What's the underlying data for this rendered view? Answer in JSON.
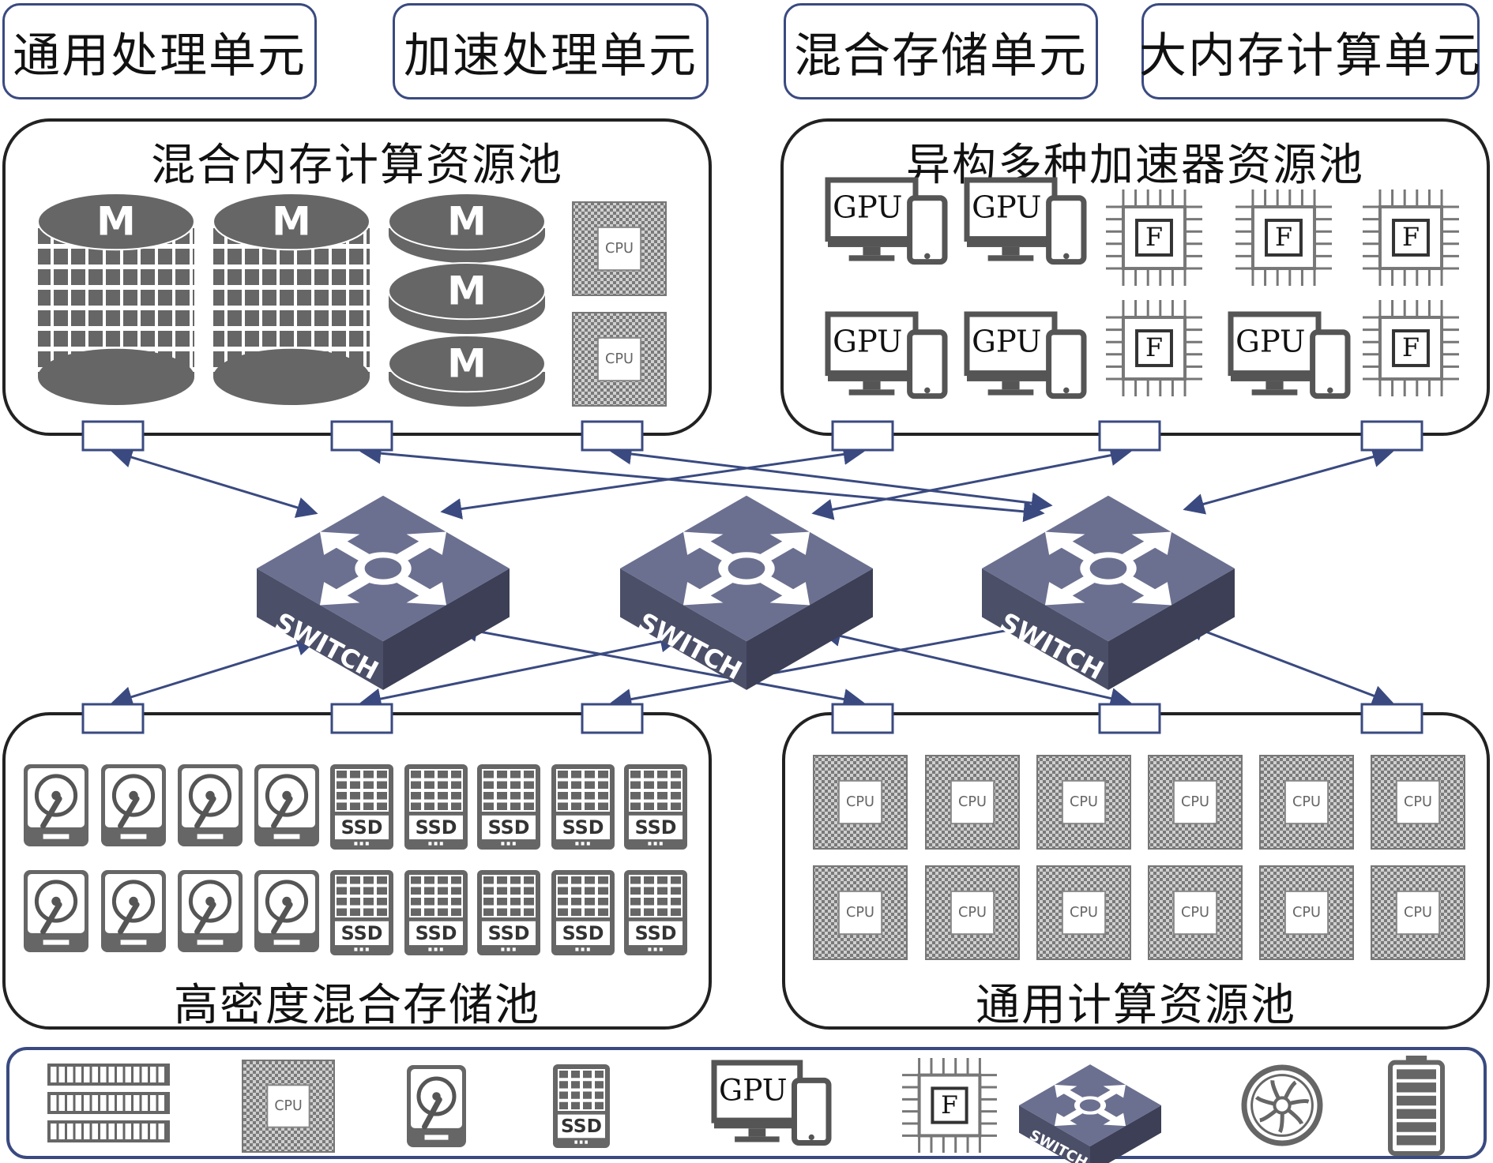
{
  "units": [
    {
      "label": "通用处理单元"
    },
    {
      "label": "加速处理单元"
    },
    {
      "label": "混合存储单元"
    },
    {
      "label": "大内存计算单元"
    }
  ],
  "pools": {
    "memory": {
      "title": "混合内存计算资源池"
    },
    "accelerator": {
      "title": "异构多种加速器资源池"
    },
    "storage": {
      "title": "高密度混合存储池"
    },
    "compute": {
      "title": "通用计算资源池"
    }
  },
  "icon_labels": {
    "memory": "M",
    "cpu": "CPU",
    "gpu": "GPU",
    "fpga": "F",
    "ssd": "SSD",
    "switch": "SWITCH"
  },
  "icons": {
    "memory_drum": "memory-drum-icon",
    "cpu": "cpu-chip-icon",
    "gpu": "gpu-workstation-icon",
    "fpga": "fpga-chip-icon",
    "hdd": "hard-disk-icon",
    "ssd": "ssd-icon",
    "switch": "network-switch-icon",
    "fan": "cooling-fan-icon",
    "battery": "battery-icon",
    "ram": "ram-module-icon"
  },
  "colors": {
    "border": "#3a4a80",
    "icon": "#666666",
    "switch": "#5a5f7a",
    "arrow": "#3a4a80"
  }
}
